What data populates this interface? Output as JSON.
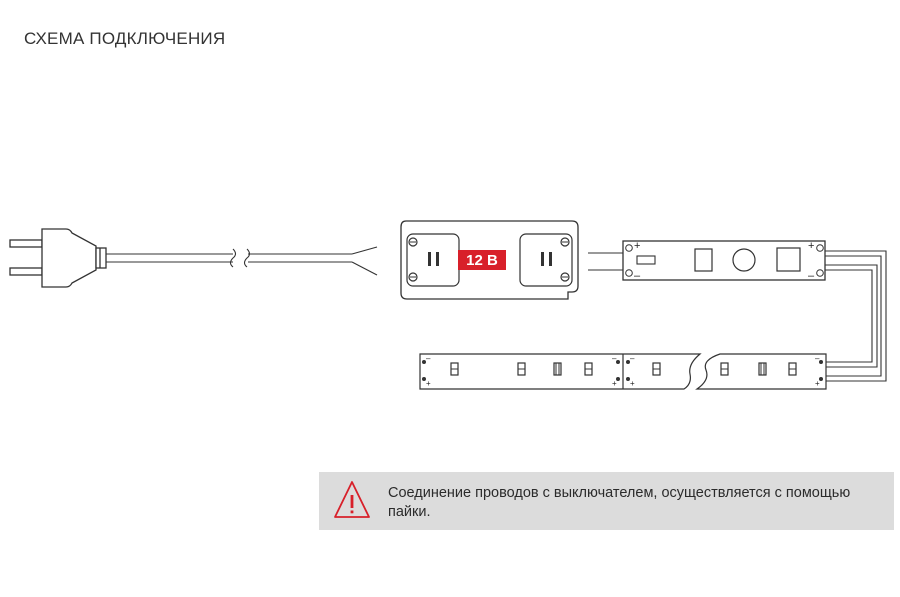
{
  "title": "СХЕМА ПОДКЛЮЧЕНИЯ",
  "power_supply": {
    "voltage_label": "12 В",
    "label_color": "#d8202a"
  },
  "switch": {
    "plus_label": "+",
    "minus_label": "–"
  },
  "strip": {
    "plus_label": "+",
    "minus_label": "–"
  },
  "note": {
    "icon": "warning-triangle-icon",
    "text": "Соединение проводов с выключателем, осуществляется с помощью пайки.",
    "background": "#dcdcdc",
    "icon_color": "#d8202a"
  }
}
